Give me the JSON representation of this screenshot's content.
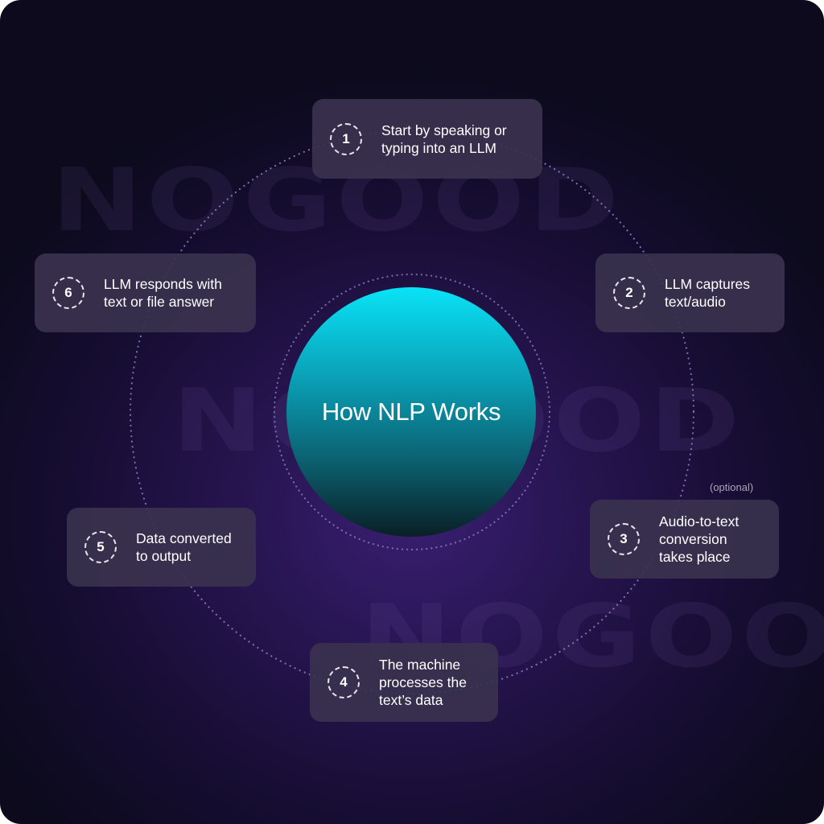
{
  "diagram": {
    "title": "How NLP Works",
    "watermark_text": "NOGOOD",
    "steps": [
      {
        "number": "1",
        "text": "Start by speaking or\ntyping into an LLM"
      },
      {
        "number": "2",
        "text": "LLM captures\ntext/audio"
      },
      {
        "number": "3",
        "text": "Audio-to-text\nconversion\ntakes place",
        "note": "(optional)"
      },
      {
        "number": "4",
        "text": "The machine\nprocesses the\ntext’s data"
      },
      {
        "number": "5",
        "text": "Data converted\nto output"
      },
      {
        "number": "6",
        "text": "LLM responds with\ntext or file answer"
      }
    ]
  },
  "colors": {
    "background_dark": "#0c0a1c",
    "background_purple": "#3a1f72",
    "circle_top": "#0ae3f7",
    "circle_bottom": "#0a1f26",
    "card": "#3a324e",
    "ring_dots": "#8f7fc4"
  }
}
